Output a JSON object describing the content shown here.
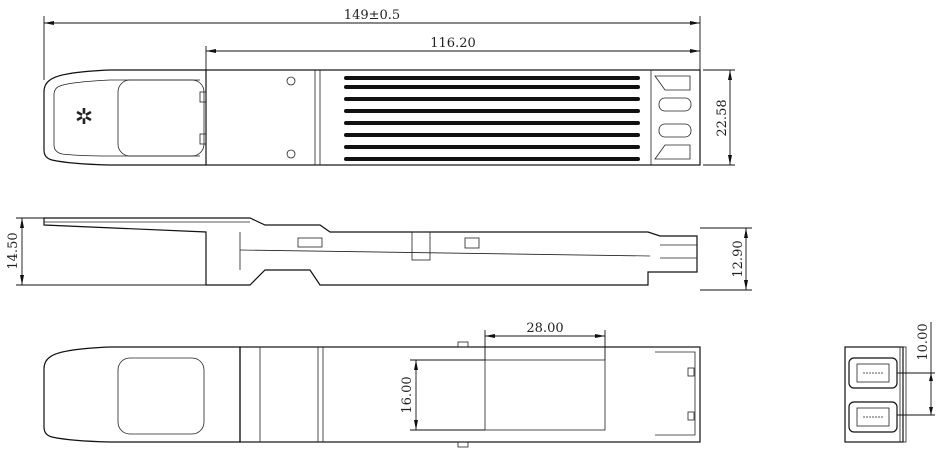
{
  "dimensions": {
    "overall_length": "149±0.5",
    "body_length": "116.20",
    "top_width": "22.58",
    "side_height_left": "14.50",
    "side_height_right": "12.90",
    "window_length": "28.00",
    "window_width": "16.00",
    "port_pitch": "10.00"
  },
  "views": [
    "top-view",
    "side-view",
    "bottom-view",
    "end-view"
  ],
  "colors": {
    "line": "#111111",
    "background": "#ffffff"
  }
}
